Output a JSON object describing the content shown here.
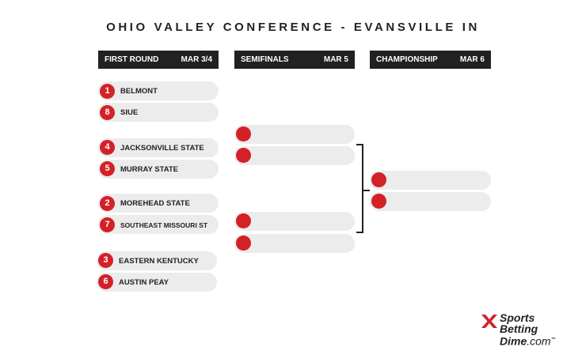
{
  "title": "OHIO VALLEY CONFERENCE - EVANSVILLE IN",
  "rounds": [
    {
      "name": "FIRST ROUND",
      "date": "MAR 3/4"
    },
    {
      "name": "SEMIFINALS",
      "date": "MAR 5"
    },
    {
      "name": "CHAMPIONSHIP",
      "date": "MAR 6"
    }
  ],
  "first_round": [
    {
      "seed": "1",
      "team": "BELMONT"
    },
    {
      "seed": "8",
      "team": "SIUE"
    },
    {
      "seed": "4",
      "team": "JACKSONVILLE STATE"
    },
    {
      "seed": "5",
      "team": "MURRAY STATE"
    },
    {
      "seed": "2",
      "team": "MOREHEAD STATE"
    },
    {
      "seed": "7",
      "team": "SOUTHEAST MISSOURI ST"
    },
    {
      "seed": "3",
      "team": "EASTERN KENTUCKY"
    },
    {
      "seed": "6",
      "team": "AUSTIN PEAY"
    }
  ],
  "logo": {
    "line1": "Sports",
    "line2": "Betting",
    "line3": "Dime",
    "suffix": ".com",
    "tm": "™"
  },
  "colors": {
    "accent": "#d42027",
    "header_bg": "#212121",
    "slot_bg": "#ececec"
  }
}
